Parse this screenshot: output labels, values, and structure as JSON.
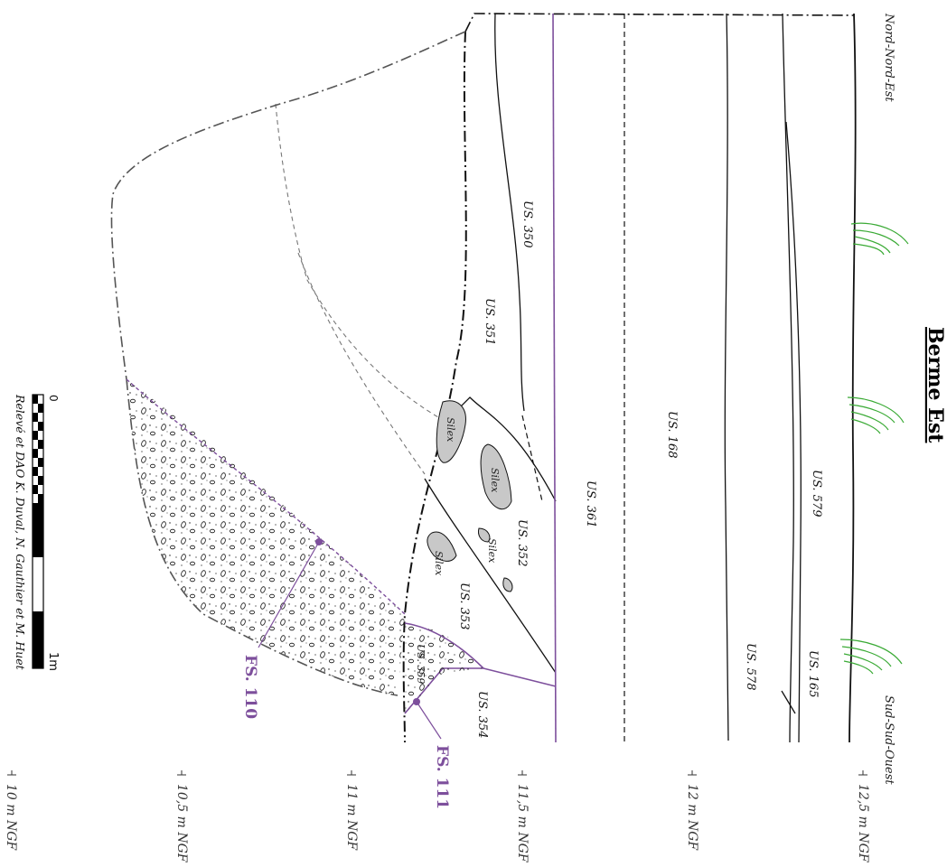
{
  "title": "Berme Est",
  "orientation": {
    "start": "Nord-Nord-Est",
    "end": "Sud-Sud-Ouest"
  },
  "layers": [
    "US. 350",
    "US. 351",
    "US. 168",
    "US. 361",
    "US. 579",
    "US. 578",
    "US. 165",
    "US. 352",
    "US. 353",
    "US. 354",
    "US. 359"
  ],
  "silex_label": "Silex",
  "features": [
    {
      "id": "fs110",
      "label": "FS. 110"
    },
    {
      "id": "fs111",
      "label": "FS. 111"
    }
  ],
  "elevations": [
    "10 m NGF",
    "10,5 m NGF",
    "11 m NGF",
    "11,5 m NGF",
    "12 m NGF",
    "12,5 m NGF"
  ],
  "scale": {
    "start": "0",
    "end": "1m"
  },
  "credit": "Relevé et DAO K. Duval, N. Gauthier et M. Huet",
  "colors": {
    "feature": "#7d4f9c",
    "vegetation": "#3aaa35",
    "silex_fill": "#c8c8c8",
    "line": "#111111",
    "dash_gray": "#777777"
  }
}
